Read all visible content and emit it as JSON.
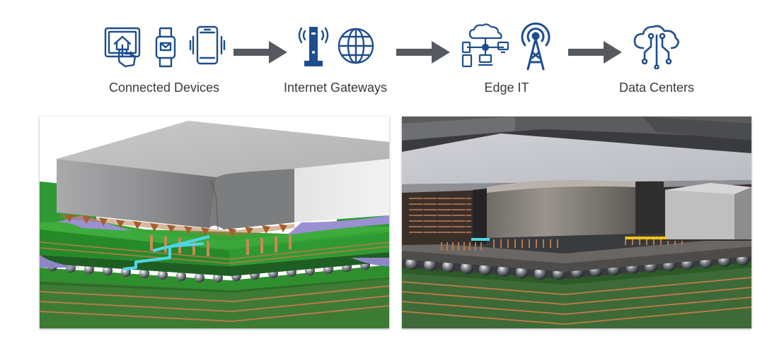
{
  "flow": {
    "stages": [
      {
        "label": "Connected Devices",
        "icons": [
          "smart-home-tablet-icon",
          "smartwatch-icon",
          "vibrating-phone-icon"
        ]
      },
      {
        "label": "Internet Gateways",
        "icons": [
          "wifi-router-icon",
          "globe-icon"
        ]
      },
      {
        "label": "Edge IT",
        "icons": [
          "cloud-network-icon",
          "radio-tower-icon"
        ]
      },
      {
        "label": "Data Centers",
        "icons": [
          "cloud-circuit-icon"
        ]
      }
    ],
    "arrows": [
      "right-arrow-icon",
      "right-arrow-icon",
      "right-arrow-icon"
    ]
  },
  "colors": {
    "icon_blue": "#1e4e8c",
    "arrow_gray": "#555a60",
    "label_text": "#3a3a3a",
    "pcb_green": "#2f9a33",
    "trace_cyan": "#4fd6e6",
    "trace_yellow": "#f2c417",
    "package_gray": "#bfbfbf"
  },
  "panels": [
    {
      "name": "package-cross-section-left",
      "icon": "chip-package-render"
    },
    {
      "name": "package-cross-section-right",
      "icon": "chip-package-render"
    }
  ]
}
